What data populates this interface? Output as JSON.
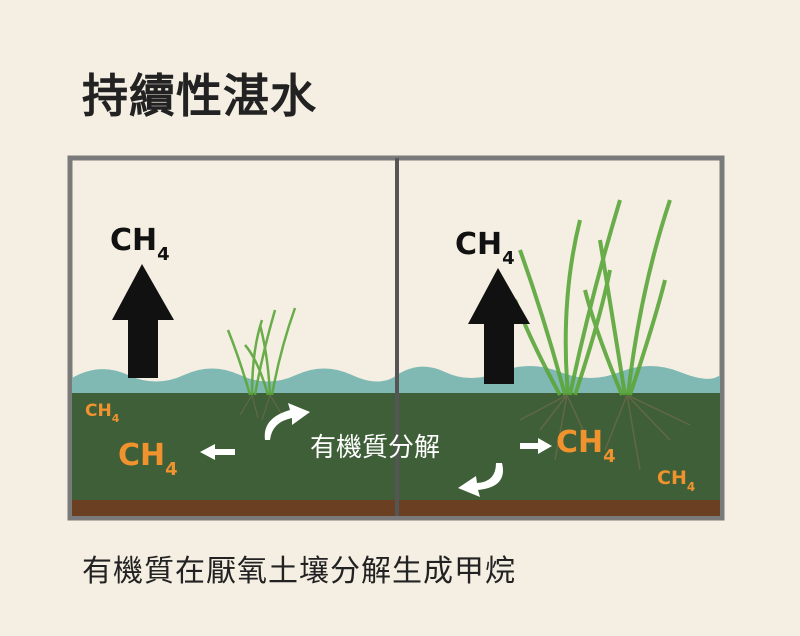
{
  "title": "持續性湛水",
  "caption": "有機質在厭氧土壤分解生成甲烷",
  "diagram": {
    "center_label": "有機質分解",
    "methane_label": "CH",
    "methane_subscript": "4",
    "colors": {
      "background": "#f5efe3",
      "water": "#7fb8b3",
      "soil": "#3e5f37",
      "bedrock": "#6b3f22",
      "methane_orange": "#f0922e",
      "plant": "#5aa63a",
      "frame": "#777777"
    }
  }
}
